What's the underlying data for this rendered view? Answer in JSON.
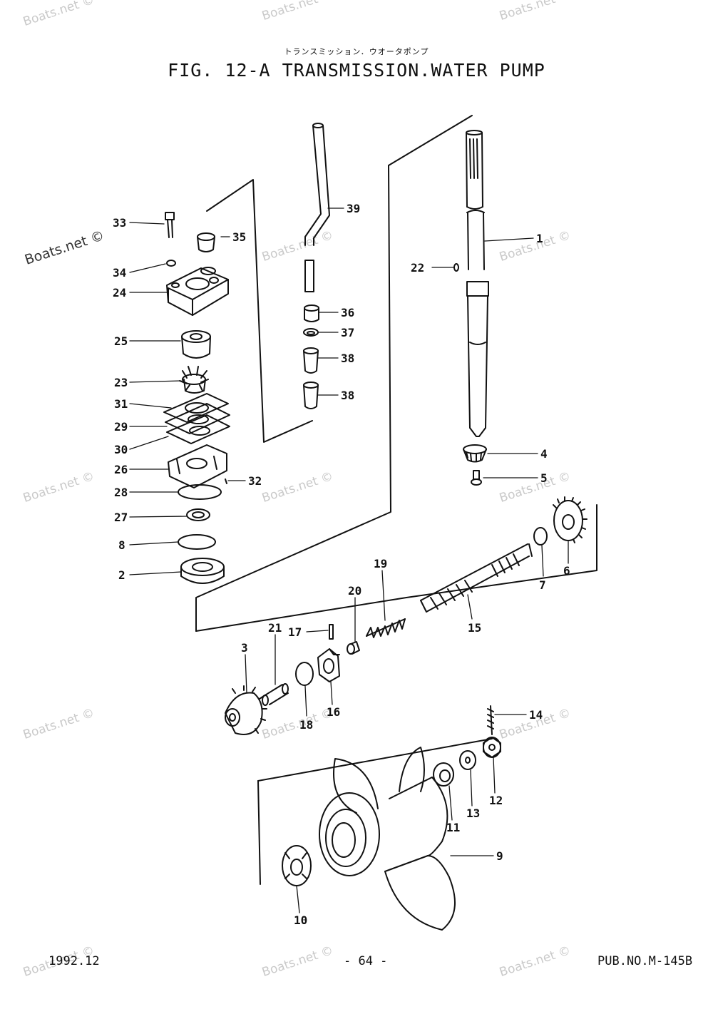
{
  "header": {
    "subtitle_jp": "トランスミッション．ウオータポンプ",
    "title": "FIG. 12-A TRANSMISSION.WATER PUMP"
  },
  "watermark": "Boats.net ©",
  "footer": {
    "date": "1992.12",
    "page": "- 64 -",
    "pub": "PUB.NO.M-145B"
  },
  "callouts": {
    "c33": "33",
    "c35": "35",
    "c34": "34",
    "c24": "24",
    "c25": "25",
    "c23": "23",
    "c31": "31",
    "c29": "29",
    "c30": "30",
    "c26": "26",
    "c32": "32",
    "c28": "28",
    "c27": "27",
    "c8": "8",
    "c2": "2",
    "c39": "39",
    "c36": "36",
    "c37": "37",
    "c38a": "38",
    "c38b": "38",
    "c1": "1",
    "c22": "22",
    "c4": "4",
    "c5": "5",
    "c7": "7",
    "c6": "6",
    "c19": "19",
    "c20": "20",
    "c15": "15",
    "c21": "21",
    "c17": "17",
    "c3": "3",
    "c18": "18",
    "c16": "16",
    "c14": "14",
    "c12": "12",
    "c13": "13",
    "c11": "11",
    "c9": "9",
    "c10": "10"
  },
  "colors": {
    "ink": "#111111",
    "watermark": "#c9c9c9"
  }
}
